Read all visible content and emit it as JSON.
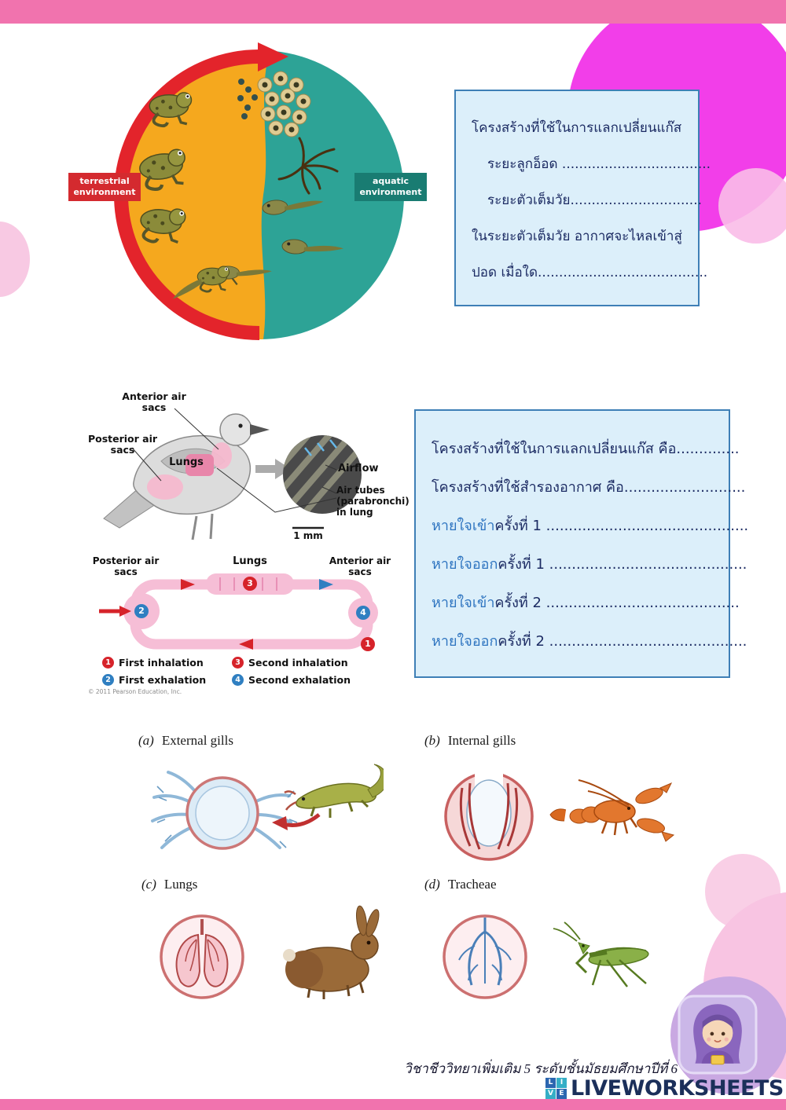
{
  "frog_figure": {
    "terrestrial_label": "terrestrial environment",
    "aquatic_label": "aquatic environment"
  },
  "question_box_1": {
    "lines": [
      "โครงสร้างที่ใช้ในการแลกเปลี่ยนแก๊ส",
      "ระยะลูกอ็อด  ...................................",
      "ระยะตัวเต็มวัย...............................",
      "ในระยะตัวเต็มวัย  อากาศจะไหลเข้าสู่",
      "ปอด  เมื่อใด........................................"
    ]
  },
  "bird_figure": {
    "labels": {
      "anterior": "Anterior air sacs",
      "posterior": "Posterior air sacs",
      "lungs": "Lungs",
      "airflow": "Airflow",
      "air_tubes": "Air tubes (parabronchi) in lung",
      "scale": "1 mm"
    },
    "schematic": {
      "posterior": "Posterior air sacs",
      "lungs": "Lungs",
      "anterior": "Anterior air sacs",
      "badges": [
        "1",
        "2",
        "3",
        "4"
      ]
    },
    "legend": [
      {
        "num": "1",
        "label": "First inhalation"
      },
      {
        "num": "2",
        "label": "First exhalation"
      },
      {
        "num": "3",
        "label": "Second inhalation"
      },
      {
        "num": "4",
        "label": "Second exhalation"
      }
    ],
    "copyright": "© 2011 Pearson Education, Inc."
  },
  "question_box_2": {
    "lines": [
      {
        "blue": "",
        "dark": "โครงสร้างที่ใช้ในการแลกเปลี่ยนแก๊ส  คือ.............."
      },
      {
        "blue": "",
        "dark": "โครงสร้างที่ใช้สำรองอากาศ  คือ..........................."
      },
      {
        "blue": "หายใจเข้า",
        "dark": "ครั้งที่ 1  ............................................."
      },
      {
        "blue": "หายใจออก",
        "dark": "ครั้งที่ 1 ............................................"
      },
      {
        "blue": "หายใจเข้า",
        "dark": "ครั้งที่ 2  ..........................................."
      },
      {
        "blue": "หายใจออก",
        "dark": "ครั้งที่ 2  ............................................"
      }
    ]
  },
  "organ_panels": [
    {
      "tag": "(a)",
      "title": "External gills"
    },
    {
      "tag": "(b)",
      "title": "Internal gills"
    },
    {
      "tag": "(c)",
      "title": "Lungs"
    },
    {
      "tag": "(d)",
      "title": "Tracheae"
    }
  ],
  "footer": {
    "course": "วิชาชีววิทยาเพิ่มเติม 5   ระดับชั้นมัธยมศึกษาปีที่ 6",
    "brand": "LIVEWORKSHEETS",
    "brand_icon_letters": [
      "L",
      "I",
      "V",
      "E"
    ]
  },
  "colors": {
    "page_bar_pink": "#F173AE",
    "magenta_circle": "#F23EE9",
    "light_pink": "#F8C9E3",
    "lavender_circle": "#C9A8E2",
    "box_border_blue": "#3E7FB6",
    "box_bg_blue": "#DCEFFA",
    "text_dark_navy": "#1C2B63",
    "text_blue": "#2E74C0",
    "arrow_red": "#D6232A",
    "arrow_blue": "#2F7FC1",
    "terrestrial_red": "#D42A2F",
    "aquatic_teal": "#197C72"
  }
}
